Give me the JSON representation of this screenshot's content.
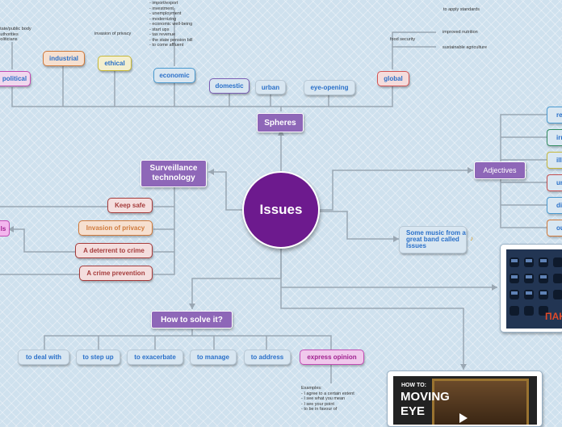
{
  "center": {
    "label": "Issues"
  },
  "spheres": {
    "label": "Spheres",
    "items": [
      {
        "label": "political",
        "color": "#c34db5"
      },
      {
        "label": "industrial",
        "color": "#d07a3c"
      },
      {
        "label": "ethical",
        "color": "#c6b83c"
      },
      {
        "label": "economic",
        "color": "#4a9ad0"
      },
      {
        "label": "domestic",
        "color": "#7b5fb5"
      },
      {
        "label": "urban",
        "color": "#8ea2b8"
      },
      {
        "label": "eye-opening",
        "color": "#8ea2b8"
      },
      {
        "label": "global",
        "color": "#d35454"
      }
    ],
    "political_notes": "- state/public body\n- authorities\n- politicians",
    "industrial_note": "invasion of privacy",
    "economic_notes": "- import/export\n- investment\n- unemployment\n- modernizing\n- economic well-being\n- start ups\n- tax revenue\n- the state pension bill\n- to come affluent",
    "global_notes": {
      "apply": "to apply standards",
      "food": "food security",
      "nutrition": "improved nutrition",
      "agri": "sustainable agriculture"
    }
  },
  "surveillance": {
    "label": "Surveillance technology",
    "items": [
      {
        "label": "Keep safe"
      },
      {
        "label": "Invasion of privacy"
      },
      {
        "label": "A deterrent to crime"
      },
      {
        "label": "A crime prevention"
      }
    ],
    "left_cut_label": "ls"
  },
  "adjectives": {
    "label": "Adjectives",
    "items": [
      {
        "label": "rea",
        "color": "#4a9ad0"
      },
      {
        "label": "irre",
        "color": "#2f8a5e"
      },
      {
        "label": "ille",
        "color": "#c6b83c"
      },
      {
        "label": "un",
        "color": "#c34d4d"
      },
      {
        "label": "dis",
        "color": "#4a9ad0"
      },
      {
        "label": "out",
        "color": "#d07a3c"
      }
    ]
  },
  "music": {
    "label": "Some music from a great band called Issues",
    "icon": "music-note-icon"
  },
  "solve": {
    "label": "How to solve it?",
    "items": [
      {
        "label": "to deal with"
      },
      {
        "label": "to step up"
      },
      {
        "label": "to exacerbate"
      },
      {
        "label": "to manage"
      },
      {
        "label": "to address"
      },
      {
        "label": "express opinion"
      }
    ],
    "examples": "Examples:\n- I agree to a certain extent\n- I see what you mean\n- I see your point\n- to be in favour of"
  },
  "video1": {
    "caption": "ПАН"
  },
  "video2": {
    "caption_line1": "HOW TO:",
    "caption_line2": "MOVING",
    "caption_line3": "EYE"
  }
}
